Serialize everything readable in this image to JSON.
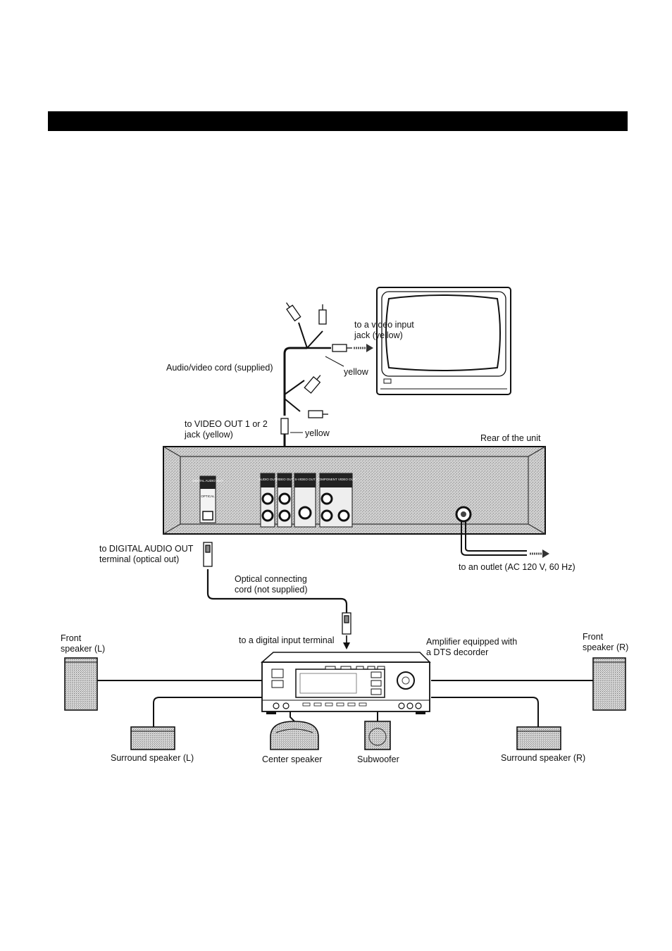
{
  "labels": {
    "video_input": "to a video input\njack (yellow)",
    "av_cord": "Audio/video cord (supplied)",
    "yellow_tv": "yellow",
    "video_out": "to VIDEO OUT 1 or 2\njack (yellow)",
    "yellow_unit": "yellow",
    "rear_unit": "Rear of the unit",
    "digital_out": "to DIGITAL AUDIO OUT\nterminal (optical out)",
    "outlet": "to an outlet  (AC 120 V, 60 Hz)",
    "optical_cord": "Optical connecting\ncord (not supplied)",
    "digital_input": "to a digital input terminal",
    "amplifier": "Amplifier equipped with\na DTS decorder",
    "front_left": "Front\nspeaker (L)",
    "front_right": "Front\nspeaker (R)",
    "surround_left": "Surround speaker (L)",
    "center": "Center speaker",
    "subwoofer": "Subwoofer",
    "surround_right": "Surround speaker (R)"
  },
  "panel_labels": {
    "digital_audio_out": "DIGITAL AUDIO OUT",
    "optical": "OPTICAL",
    "audio_out": "AUDIO OUT",
    "video_out": "VIDEO OUT",
    "s_video_out": "S-VIDEO OUT",
    "component_video_out": "COMPONENT VIDEO OUT"
  }
}
